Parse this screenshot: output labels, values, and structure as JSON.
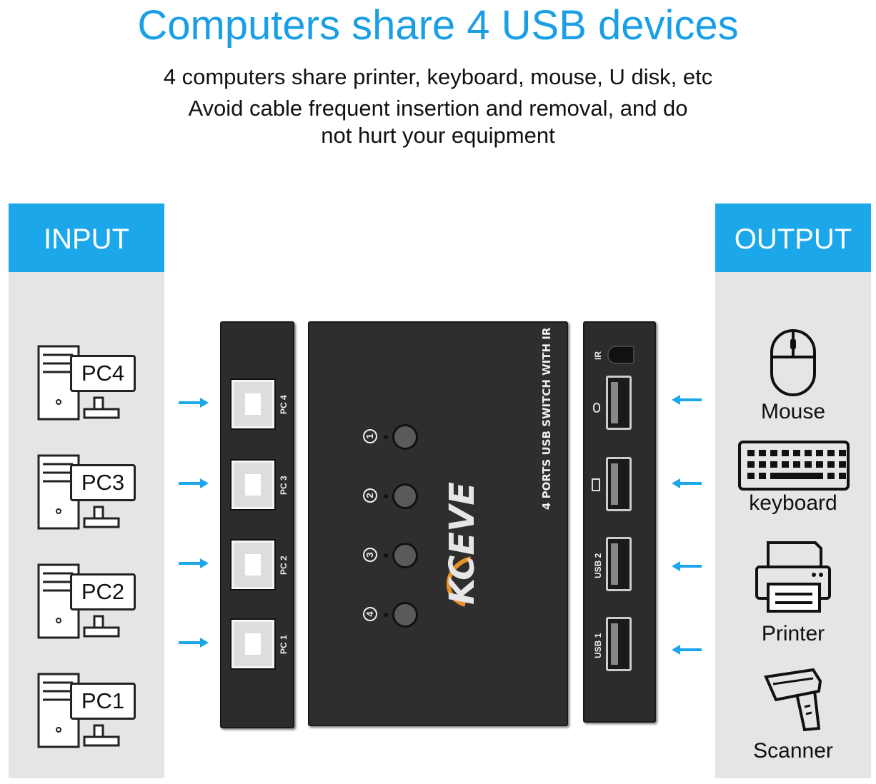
{
  "title": "Computers share 4 USB devices",
  "subtitle": [
    "4 computers share printer, keyboard, mouse, U disk, etc",
    "Avoid cable frequent insertion and removal, and do",
    "not hurt your equipment"
  ],
  "input": {
    "header": "INPUT",
    "pcs": [
      "PC4",
      "PC3",
      "PC2",
      "PC1"
    ]
  },
  "output": {
    "header": "OUTPUT",
    "devices": [
      "Mouse",
      "keyboard",
      "Printer",
      "Scanner"
    ]
  },
  "device": {
    "brand": "KCEVE",
    "model_text": "4 PORTS USB SWITCH WITH IR",
    "input_ports": [
      "PC 4",
      "PC 3",
      "PC 2",
      "PC 1"
    ],
    "buttons": [
      "1",
      "2",
      "3",
      "4"
    ],
    "ir_label": "IR",
    "output_ports": [
      "USB 2",
      "USB 1"
    ]
  },
  "colors": {
    "accent": "#1ba7ea",
    "panel": "#e5e5e5",
    "device": "#2c2c2c",
    "brand_orange": "#e8902a"
  }
}
